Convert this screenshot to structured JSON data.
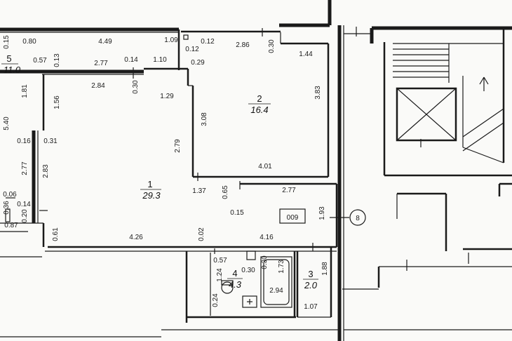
{
  "rooms": [
    {
      "number": "1",
      "area": "29.3"
    },
    {
      "number": "2",
      "area": "16.4"
    },
    {
      "number": "3",
      "area": "2.0"
    },
    {
      "number": "4",
      "area": "4.3"
    },
    {
      "number": "5",
      "area": "11.0"
    }
  ],
  "apartment_code": "009",
  "axis_marker": "8",
  "dimensions": [
    "0.15",
    "0.80",
    "4.49",
    "1.09",
    "0.12",
    "0.12",
    "2.86",
    "0.30",
    "1.44",
    "0.57",
    "0.13",
    "2.77",
    "0.14",
    "1.10",
    "0.29",
    "1.81",
    "1.56",
    "2.84",
    "0.30",
    "1.29",
    "3.08",
    "3.83",
    "5.40",
    "0.16",
    "0.31",
    "2.79",
    "2.77",
    "2.83",
    "4.01",
    "0.06",
    "0.36",
    "0.14",
    "1.37",
    "0.65",
    "2.77",
    "0.20",
    "0.87",
    "0.15",
    "1.93",
    "0.61",
    "4.26",
    "0.02",
    "4.16",
    "0.57",
    "0.30",
    "0.30",
    "1.24",
    "1.73",
    "1.88",
    "0.24",
    "2.94",
    "1.07"
  ]
}
